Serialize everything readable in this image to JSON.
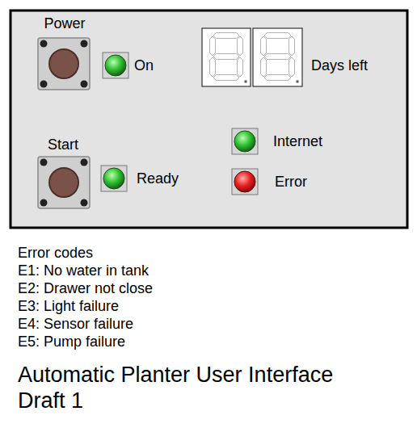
{
  "diagram": {
    "caption": "Automatic Planter User Interface Draft 1",
    "nodes": [
      {
        "text": [
          "Power"
        ]
      },
      {
        "text": [
          "On"
        ]
      },
      {
        "text": [
          "Days left"
        ]
      },
      {
        "text": [
          "Start"
        ]
      },
      {
        "text": [
          "Ready"
        ]
      },
      {
        "text": [
          "Internet"
        ]
      },
      {
        "text": [
          "Error"
        ]
      }
    ],
    "labels": [
      "Error codes",
      "E1: No water in tank",
      "E2: Drawer not close",
      "E3: Light failure",
      "E4: Sensor failure",
      "E5: Pump failure"
    ]
  }
}
